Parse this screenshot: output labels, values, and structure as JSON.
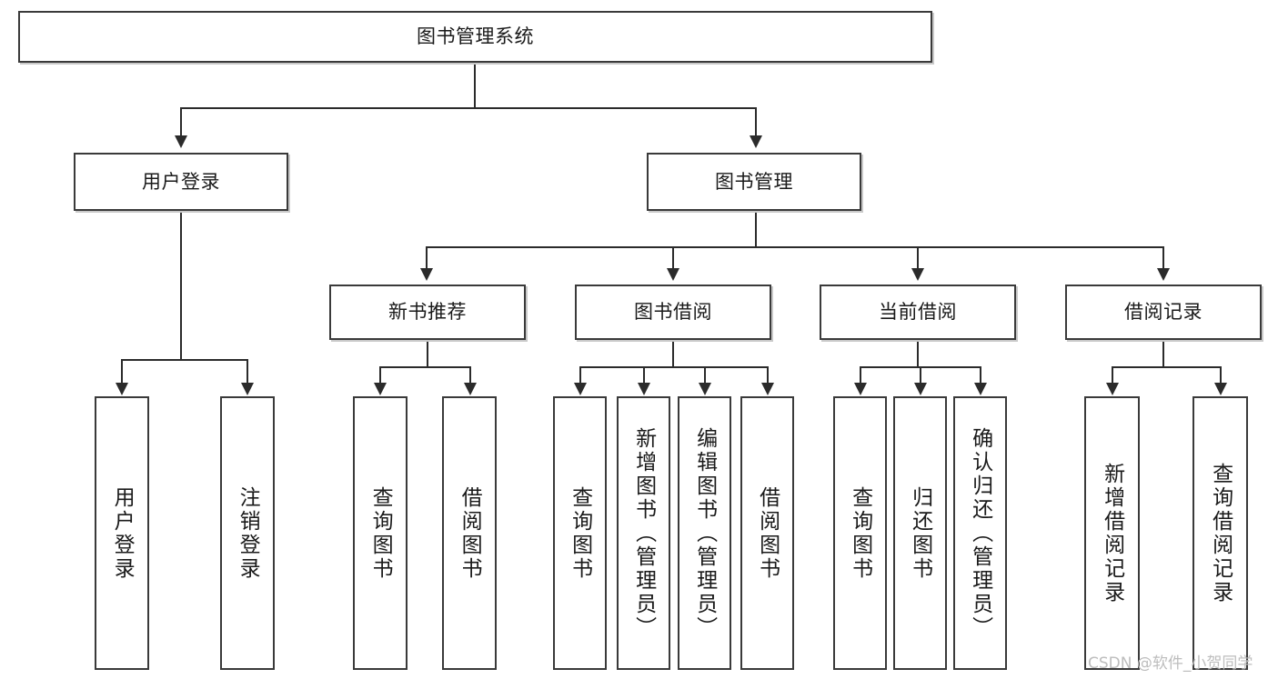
{
  "diagram": {
    "title": "图书管理系统",
    "type": "tree",
    "root": {
      "id": "root",
      "label": "图书管理系统"
    },
    "level2": [
      {
        "id": "user-login",
        "label": "用户登录"
      },
      {
        "id": "book-manage",
        "label": "图书管理"
      }
    ],
    "level3": [
      {
        "id": "new-book-recommend",
        "label": "新书推荐",
        "parent": "book-manage"
      },
      {
        "id": "book-borrow",
        "label": "图书借阅",
        "parent": "book-manage"
      },
      {
        "id": "current-borrow",
        "label": "当前借阅",
        "parent": "book-manage"
      },
      {
        "id": "borrow-record",
        "label": "借阅记录",
        "parent": "book-manage"
      }
    ],
    "leaves": [
      {
        "id": "leaf-user-login",
        "label": "用户登录",
        "parent": "user-login"
      },
      {
        "id": "leaf-logout-login",
        "label": "注销登录",
        "parent": "user-login"
      },
      {
        "id": "leaf-query-book-1",
        "label": "查询图书",
        "parent": "new-book-recommend"
      },
      {
        "id": "leaf-borrow-book-1",
        "label": "借阅图书",
        "parent": "new-book-recommend"
      },
      {
        "id": "leaf-query-book-2",
        "label": "查询图书",
        "parent": "book-borrow"
      },
      {
        "id": "leaf-add-book",
        "label": "新增图书（管理员）",
        "parent": "book-borrow"
      },
      {
        "id": "leaf-edit-book",
        "label": "编辑图书（管理员）",
        "parent": "book-borrow"
      },
      {
        "id": "leaf-borrow-book-2",
        "label": "借阅图书",
        "parent": "book-borrow"
      },
      {
        "id": "leaf-query-book-3",
        "label": "查询图书",
        "parent": "current-borrow"
      },
      {
        "id": "leaf-return-book",
        "label": "归还图书",
        "parent": "current-borrow"
      },
      {
        "id": "leaf-confirm-return",
        "label": "确认归还（管理员）",
        "parent": "current-borrow"
      },
      {
        "id": "leaf-add-record",
        "label": "新增借阅记录",
        "parent": "borrow-record"
      },
      {
        "id": "leaf-query-record",
        "label": "查询借阅记录",
        "parent": "borrow-record"
      }
    ]
  },
  "watermark": {
    "text": "CSDN @软件_小贺同学"
  },
  "colors": {
    "box_border": "#3a3a3a",
    "connector": "#2b2b2b",
    "background": "#ffffff",
    "watermark": "#bdbdbd"
  }
}
